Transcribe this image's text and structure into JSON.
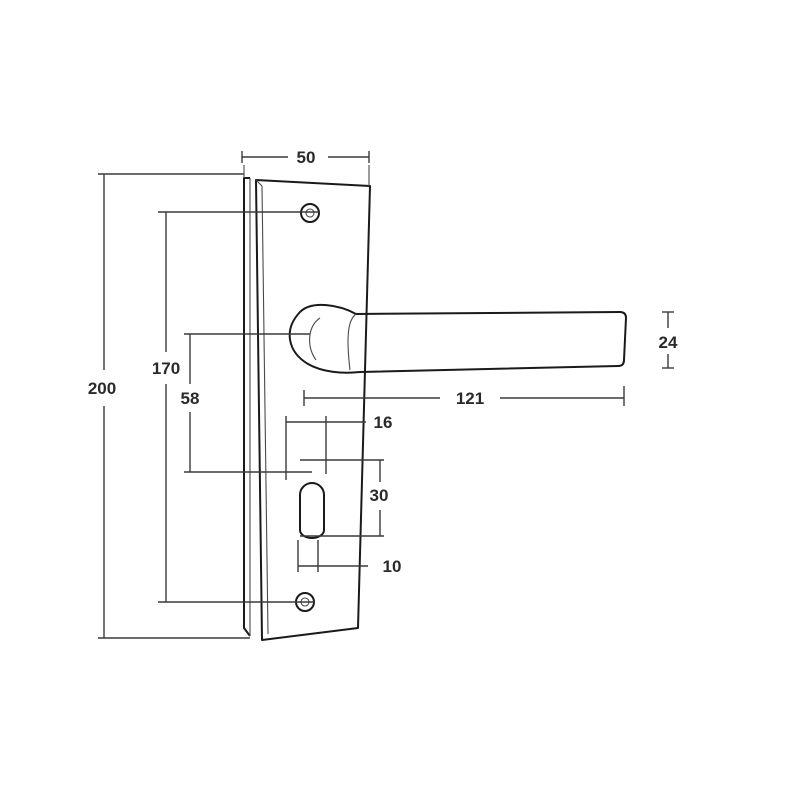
{
  "dimensions": {
    "plate_width": "50",
    "plate_height": "200",
    "screw_spacing": "170",
    "lever_to_cylinder": "58",
    "lever_length": "121",
    "lever_height": "24",
    "cylinder_width": "16",
    "cylinder_height": "30",
    "cylinder_bottom": "10"
  },
  "colors": {
    "outline": "#1a1a1a",
    "dimension_line": "#3a3a3a",
    "text": "#2a2a2a",
    "background": "#ffffff"
  }
}
